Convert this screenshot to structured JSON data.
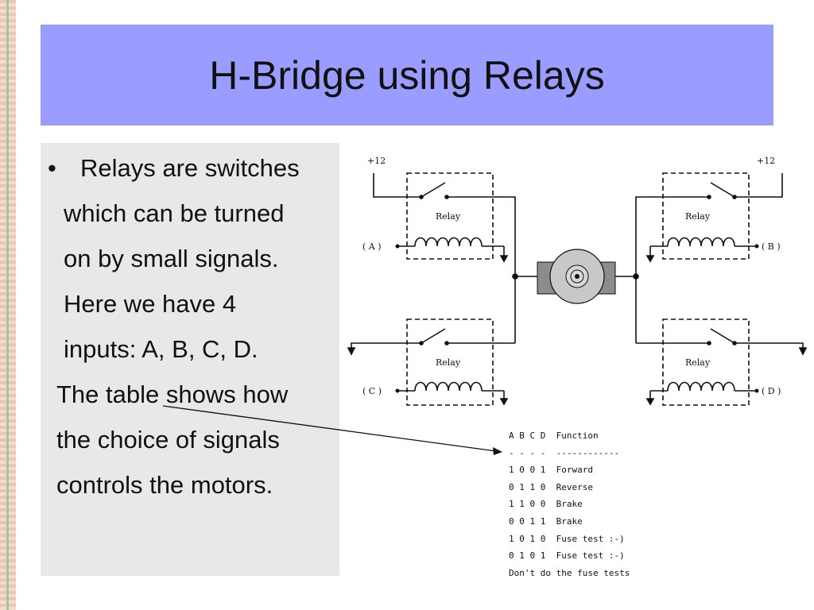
{
  "slide": {
    "title": "H-Bridge using Relays",
    "body_lines": [
      "Relays are switches",
      "which can be turned",
      "on by small signals.",
      "Here we have 4",
      "inputs: A, B, C, D.",
      "The table shows how",
      "the choice of signals",
      "controls the motors."
    ],
    "bullet": "•"
  },
  "diagram": {
    "supply_left": "+12",
    "supply_right": "+12",
    "relay_label": "Relay",
    "input_a": "( A )",
    "input_b": "( B )",
    "input_c": "( C )",
    "input_d": "( D )"
  },
  "truth_table": {
    "header": "A B C D  Function",
    "divider": "- - - -  ------------",
    "rows": [
      "1 0 0 1  Forward",
      "0 1 1 0  Reverse",
      "1 1 0 0  Brake",
      "0 0 1 1  Brake",
      "1 0 1 0  Fuse test :-)",
      "0 1 0 1  Fuse test :-)"
    ],
    "footer": "Don't do the fuse tests"
  }
}
